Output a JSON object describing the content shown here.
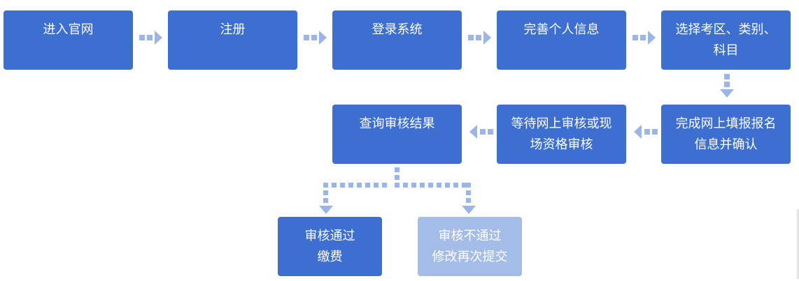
{
  "steps": {
    "s1": {
      "lines": [
        "进入官网"
      ]
    },
    "s2": {
      "lines": [
        "注册"
      ]
    },
    "s3": {
      "lines": [
        "登录系统"
      ]
    },
    "s4": {
      "lines": [
        "完善个人信息"
      ]
    },
    "s5": {
      "lines": [
        "选择考区、类别、",
        "科目"
      ]
    },
    "s6": {
      "lines": [
        "完成网上填报报名",
        "信息并确认"
      ]
    },
    "s7": {
      "lines": [
        "等待网上审核或现",
        "场资格审核"
      ]
    },
    "s8": {
      "lines": [
        "查询审核结果"
      ]
    },
    "pass": {
      "lines": [
        "审核通过",
        "缴费"
      ]
    },
    "fail": {
      "lines": [
        "审核不通过",
        "修改再次提交"
      ]
    }
  },
  "colors": {
    "box": "#3d6fd1",
    "box_light": "#a4bde8",
    "arrow": "#9db5e6"
  }
}
